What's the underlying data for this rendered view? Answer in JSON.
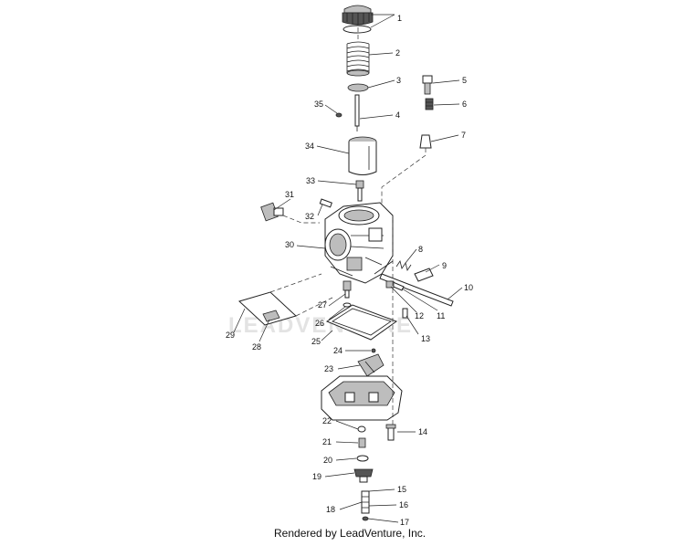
{
  "diagram": {
    "watermark": "LEADVENTURE",
    "credit": "Rendered by LeadVenture, Inc.",
    "callouts": [
      "1",
      "2",
      "3",
      "4",
      "5",
      "6",
      "7",
      "8",
      "9",
      "10",
      "11",
      "12",
      "13",
      "14",
      "15",
      "16",
      "17",
      "18",
      "19",
      "20",
      "21",
      "22",
      "23",
      "24",
      "25",
      "26",
      "27",
      "28",
      "29",
      "30",
      "31",
      "32",
      "33",
      "34",
      "35"
    ]
  }
}
